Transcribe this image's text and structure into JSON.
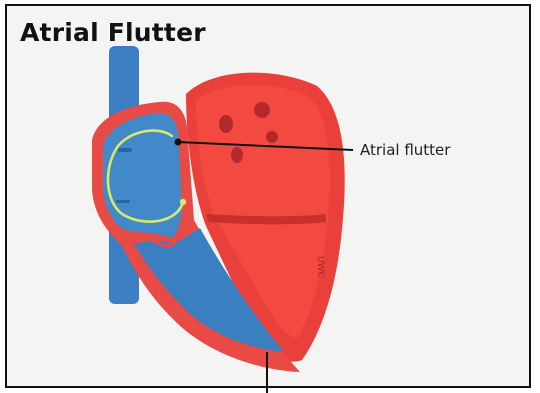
{
  "figure": {
    "title": "Atrial Flutter",
    "callout_label": "Atrial flutter",
    "watermark": "UWC",
    "colors": {
      "oxygenated": "#ee3b36",
      "deoxygenated": "#3d87c7",
      "circuit": "#d8e86a",
      "background": "#f4f4f2"
    }
  }
}
